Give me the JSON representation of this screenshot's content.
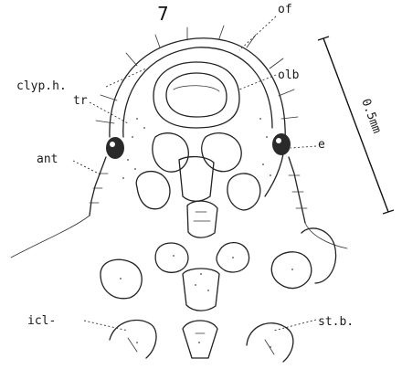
{
  "figure": {
    "number": "7",
    "scale_label": "0.5mm",
    "labels": {
      "of": "of",
      "clyp_h": "clyp.h.",
      "tr": "tr",
      "olb": "olb",
      "ant": "ant",
      "e": "e",
      "icl": "icl-",
      "st_b": "st.b."
    }
  }
}
